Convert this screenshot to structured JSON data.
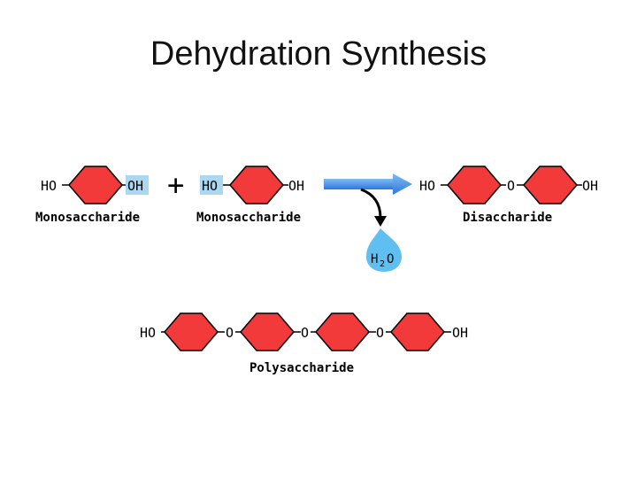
{
  "title": "Dehydration Synthesis",
  "colors": {
    "ring_fill": "#f23a3a",
    "ring_stroke": "#000000",
    "highlight": "#a9d8f2",
    "arrow": "#3f8fe6",
    "water": "#5fbff0"
  },
  "groups": {
    "ho": "HO",
    "oh": "OH",
    "o": "O"
  },
  "labels": {
    "mono1": "Monosaccharide",
    "mono2": "Monosaccharide",
    "di": "Disaccharide",
    "poly": "Polysaccharide",
    "plus": "+",
    "water_h": "H",
    "water_2": "2",
    "water_o": "O"
  },
  "icons": {
    "reaction_arrow": "right-arrow-icon",
    "curved_arrow": "curved-down-arrow-icon",
    "water_drop": "water-drop-icon"
  }
}
